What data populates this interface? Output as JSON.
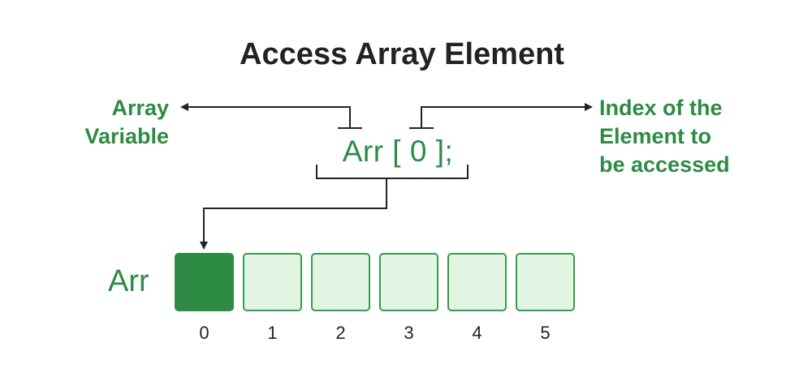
{
  "title": "Access Array Element",
  "left_label": {
    "lines": [
      "Array",
      "Variable"
    ]
  },
  "right_label": {
    "lines": [
      "Index of the",
      "Element to",
      "be accessed"
    ]
  },
  "expression": "Arr [ 0 ];",
  "array": {
    "name": "Arr",
    "indices": [
      "0",
      "1",
      "2",
      "3",
      "4",
      "5"
    ],
    "accessed_index": 0
  },
  "colors": {
    "accent_green": "#2e8b44",
    "cell_fill": "#e2f5e2",
    "cell_border": "#3a9a50",
    "line": "#222222"
  }
}
